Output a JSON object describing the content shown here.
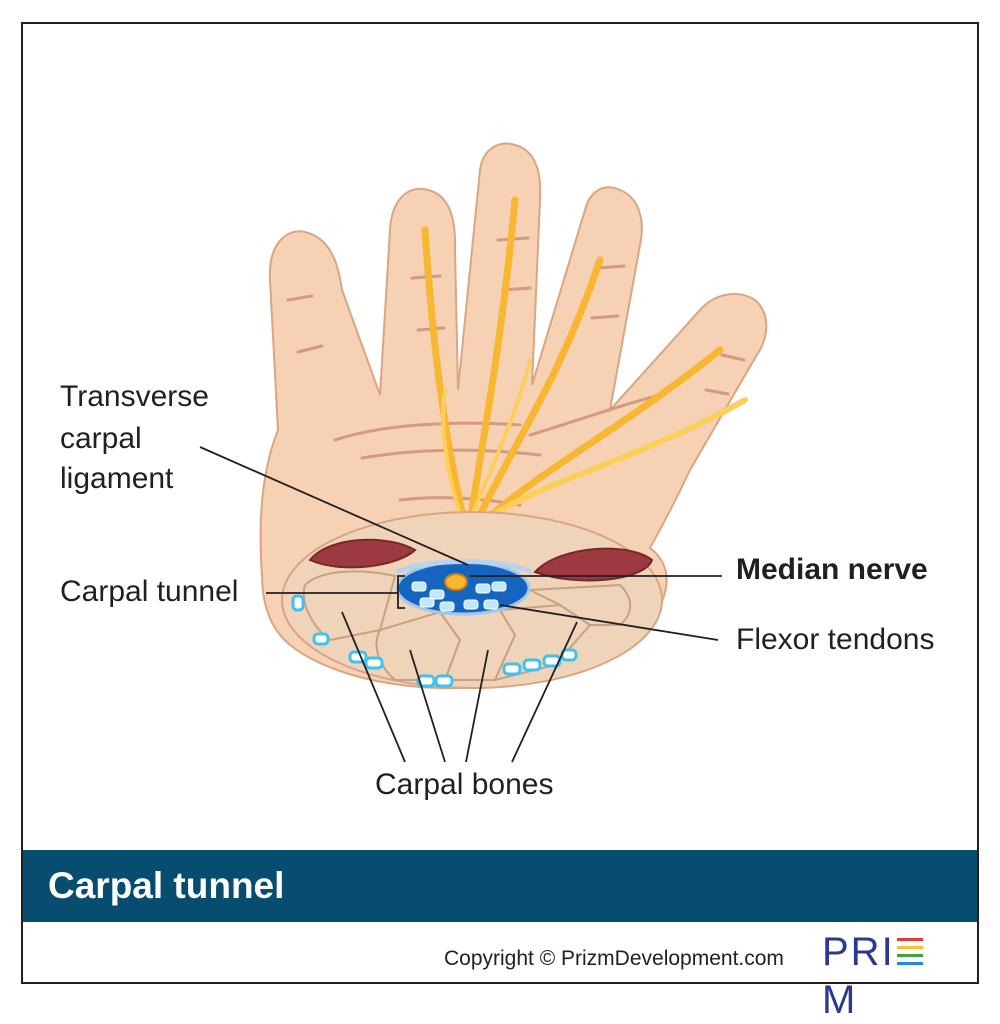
{
  "labels": {
    "transverse_line1": "Transverse",
    "transverse_line2": "carpal",
    "transverse_line3": "ligament",
    "carpal_tunnel": "Carpal tunnel",
    "median_nerve": "Median nerve",
    "flexor_tendons": "Flexor tendons",
    "carpal_bones": "Carpal bones"
  },
  "title": "Carpal tunnel",
  "copyright": "Copyright © PrizmDevelopment.com",
  "logo": {
    "text_part1": "PRI",
    "text_part2": "M"
  },
  "colors": {
    "skin": "#f6d1b3",
    "skin_outline": "#d9a583",
    "nerve": "#f7b731",
    "bone": "#efd4b9",
    "muscle": "#9c3a3f",
    "tunnel_blue": "#1565c0",
    "vessel_blue": "#3fc2ef",
    "title_bar": "#064d70"
  }
}
